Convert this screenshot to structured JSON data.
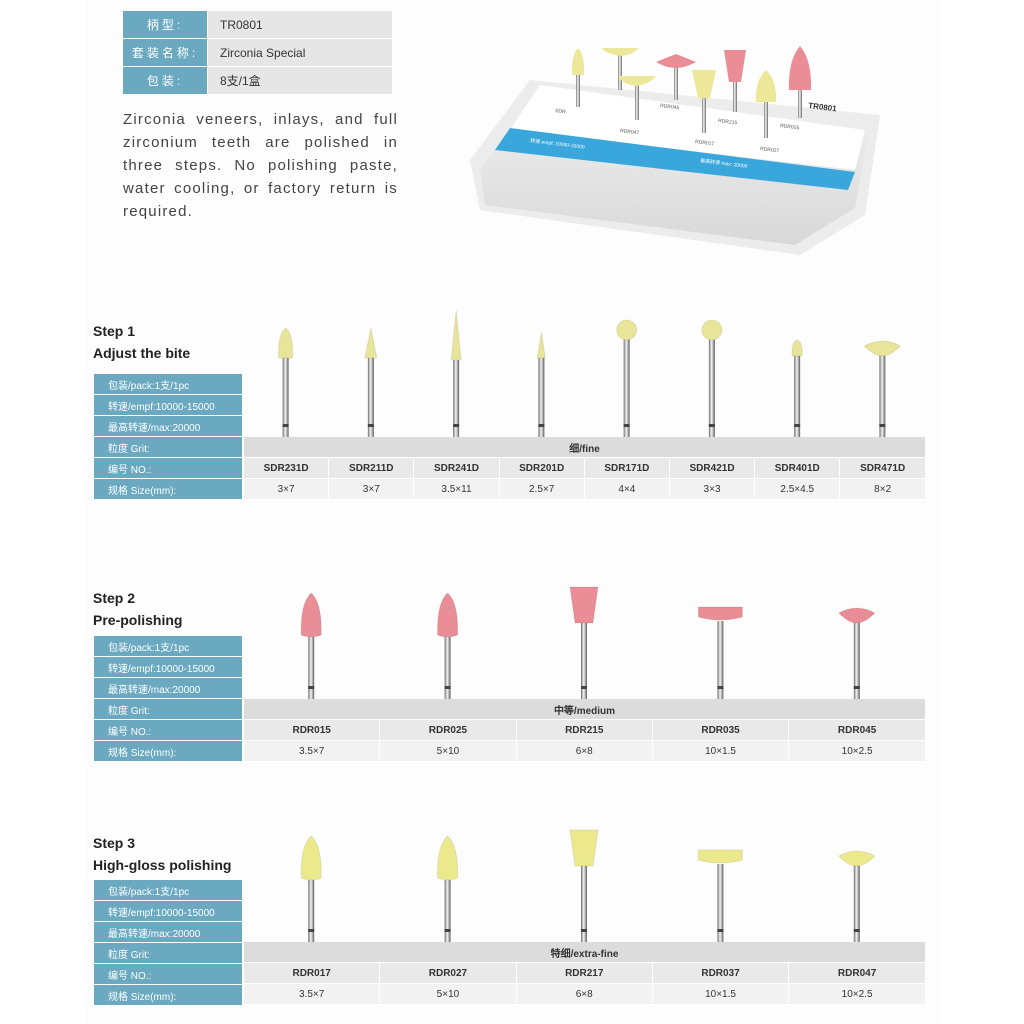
{
  "info": [
    {
      "key": "柄型:",
      "value": "TR0801"
    },
    {
      "key": "套装名称:",
      "value": "Zirconia Special"
    },
    {
      "key": "包装:",
      "value": "8支/1盒"
    }
  ],
  "intro": "Zirconia veneers, inlays, and full zirconium teeth are polished in three steps. No polishing paste, water cooling, or factory return is required.",
  "kit": {
    "label": "TR0801",
    "codes": [
      "SDR",
      "RDR045",
      "RDR047",
      "RDR215",
      "RDR017",
      "RDR025",
      "RDR027"
    ],
    "band_text": "转速 empf: 10000-15000",
    "band_text2": "最高转速 max: 20000"
  },
  "colors": {
    "header_blue": "#6aa9c0",
    "fine": "#e8e49a",
    "medium": "#e98d96",
    "extra_fine": "#ece98c"
  },
  "left_labels": [
    "包装/pack:1支/1pc",
    "转速/empf:10000-15000",
    "最高转速/max:20000",
    "粒度 Grit:",
    "编号 NO.:",
    "规格 Size(mm):"
  ],
  "steps": [
    {
      "title": "Step 1",
      "subtitle": "Adjust the bite",
      "grit": "细/fine",
      "codes": [
        "SDR231D",
        "SDR211D",
        "SDR241D",
        "SDR201D",
        "SDR171D",
        "SDR421D",
        "SDR401D",
        "SDR471D"
      ],
      "sizes": [
        "3×7",
        "3×7",
        "3.5×11",
        "2.5×7",
        "4×4",
        "3×3",
        "2.5×4.5",
        "8×2"
      ],
      "shapes": [
        "bullet",
        "cone",
        "needle",
        "spike",
        "ball",
        "ball",
        "bud",
        "disc"
      ],
      "color": "fine"
    },
    {
      "title": "Step 2",
      "subtitle": "Pre-polishing",
      "grit": "中等/medium",
      "codes": [
        "RDR015",
        "RDR025",
        "RDR215",
        "RDR035",
        "RDR045"
      ],
      "sizes": [
        "3.5×7",
        "5×10",
        "6×8",
        "10×1.5",
        "10×2.5"
      ],
      "shapes": [
        "flame",
        "flame",
        "cup",
        "wheel",
        "disc"
      ],
      "color": "medium"
    },
    {
      "title": "Step 3",
      "subtitle": "High-gloss polishing",
      "grit": "特细/extra-fine",
      "codes": [
        "RDR017",
        "RDR027",
        "RDR217",
        "RDR037",
        "RDR047"
      ],
      "sizes": [
        "3.5×7",
        "5×10",
        "6×8",
        "10×1.5",
        "10×2.5"
      ],
      "shapes": [
        "flame",
        "flame",
        "cup",
        "wheel",
        "disc"
      ],
      "color": "extra_fine"
    }
  ]
}
